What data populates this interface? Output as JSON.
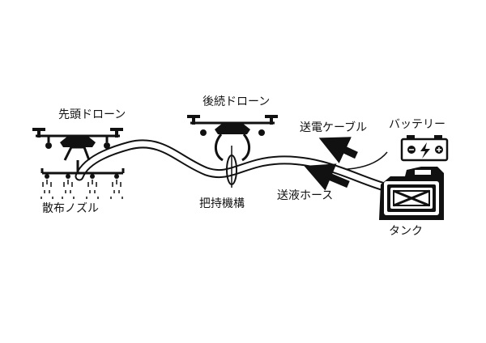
{
  "labels": {
    "lead_drone": "先頭ドローン",
    "follow_drone": "後続ドローン",
    "power_cable": "送電ケーブル",
    "battery": "バッテリー",
    "spray_nozzle": "散布ノズル",
    "holding_mechanism": "把持機構",
    "liquid_hose": "送液ホース",
    "tank": "タンク"
  }
}
